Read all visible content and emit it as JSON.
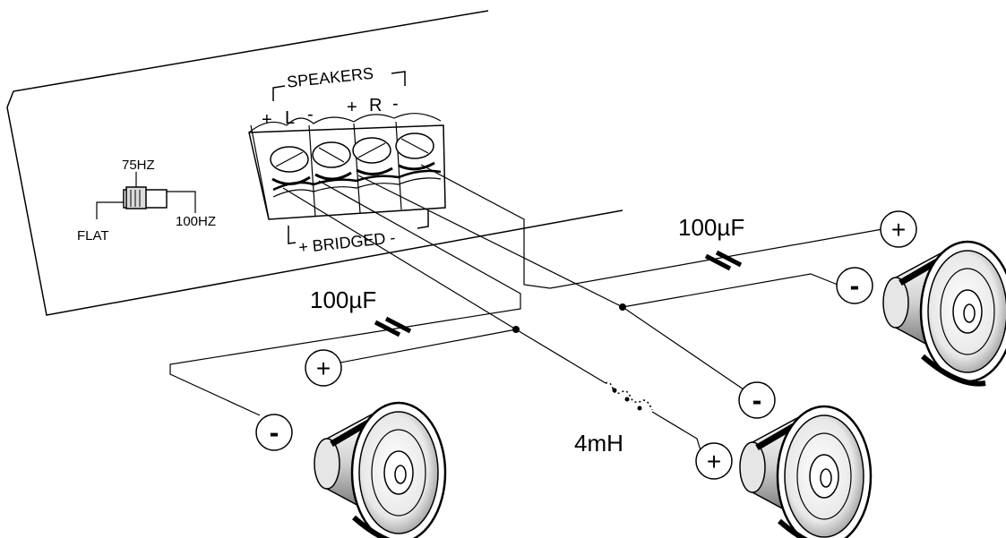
{
  "amplifier": {
    "speakers_label": "SPEAKERS",
    "terminal_labels": [
      "+",
      "L",
      "-",
      "+",
      "R",
      "-"
    ],
    "bridged_label": "+ BRIDGED -"
  },
  "crossover_switch": {
    "top_label": "75HZ",
    "left_label": "FLAT",
    "right_label": "100HZ"
  },
  "components": {
    "cap_right_label": "100µF",
    "cap_left_label": "100µF",
    "inductor_label": "4mH"
  },
  "speakers": {
    "plus_symbol": "+",
    "minus_symbol": "-"
  }
}
